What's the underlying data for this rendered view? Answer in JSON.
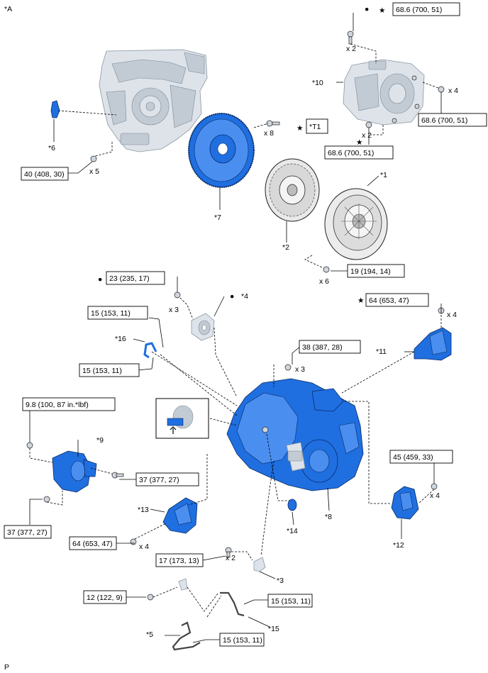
{
  "figure": {
    "ref": "*A",
    "footer": "P"
  },
  "symbols": {
    "dot": "●",
    "star": "★"
  },
  "torques": [
    "68.6 (700, 51)",
    "68.6 (700, 51)",
    "68.6 (700, 51)",
    "40 (408, 30)",
    "19 (194, 14)",
    "23 (235, 17)",
    "15 (153, 11)",
    "15 (153, 11)",
    "64 (653, 47)",
    "38 (387, 28)",
    "9.8 (100, 87 in.*lbf)",
    "37 (377, 27)",
    "37 (377, 27)",
    "45 (459, 33)",
    "64 (653, 47)",
    "17 (173, 13)",
    "12 (122, 9)",
    "15 (153, 11)",
    "15 (153, 11)"
  ],
  "tool_box": "*T1",
  "quantities": [
    "x 2",
    "x 4",
    "x 2",
    "x 8",
    "x 5",
    "x 6",
    "x 3",
    "x 3",
    "x 4",
    "x 4",
    "x 4",
    "x 2"
  ],
  "callouts": [
    "*1",
    "*2",
    "*3",
    "*4",
    "*5",
    "*6",
    "*7",
    "*8",
    "*9",
    "*10",
    "*11",
    "*12",
    "*13",
    "*14",
    "*15",
    "*16"
  ],
  "colors": {
    "part_highlight": "#1f6fe0",
    "part_outline": "#0a2a66",
    "engine_grey": "#dde3e9",
    "line": "#000000"
  }
}
